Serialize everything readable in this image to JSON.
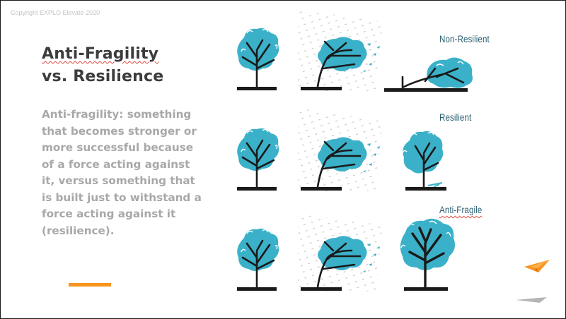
{
  "slide": {
    "copyright": "Copyright EXPLO Elevate 2020",
    "title_line1": "Anti-Fragility",
    "title_line2": "vs. Resilience",
    "body": "Anti-fragility: something that becomes stronger or more successful because of a force acting against it, versus something that is built just to withstand a force acting against it (resilience)."
  },
  "labels": {
    "non_resilient": "Non-Resilient",
    "resilient": "Resilient",
    "anti_fragile": "Anti-Fragile"
  },
  "colors": {
    "tree_foliage": "#3bb1c9",
    "trunk_ground": "#1a1a1a",
    "label_text": "#2a5f72",
    "accent_orange": "#f7941d",
    "title_text": "#3c3c3c",
    "body_text": "#a8a8a8"
  }
}
